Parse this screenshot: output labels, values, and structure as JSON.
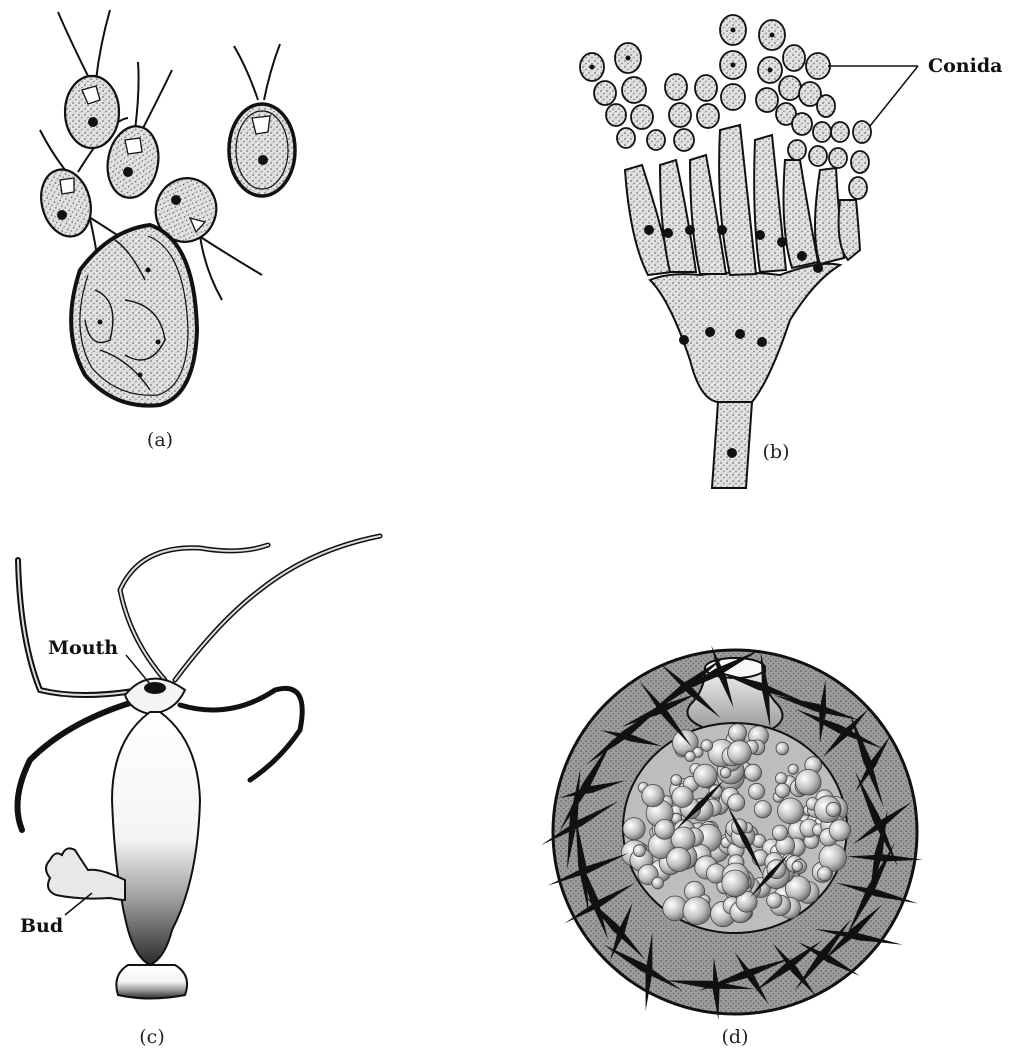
{
  "panels": [
    {
      "id": "a",
      "label": "(a)"
    },
    {
      "id": "b",
      "label": "(b)",
      "annotation": "Conida"
    },
    {
      "id": "c",
      "label": "(c)",
      "annotations": {
        "mouth": "Mouth",
        "bud": "Bud"
      }
    },
    {
      "id": "d",
      "label": "(d)"
    }
  ],
  "colors": {
    "ink": "#111111",
    "stipple": "#cfcfcf",
    "sponge_body": "#9a9a9a",
    "background": "#ffffff"
  }
}
